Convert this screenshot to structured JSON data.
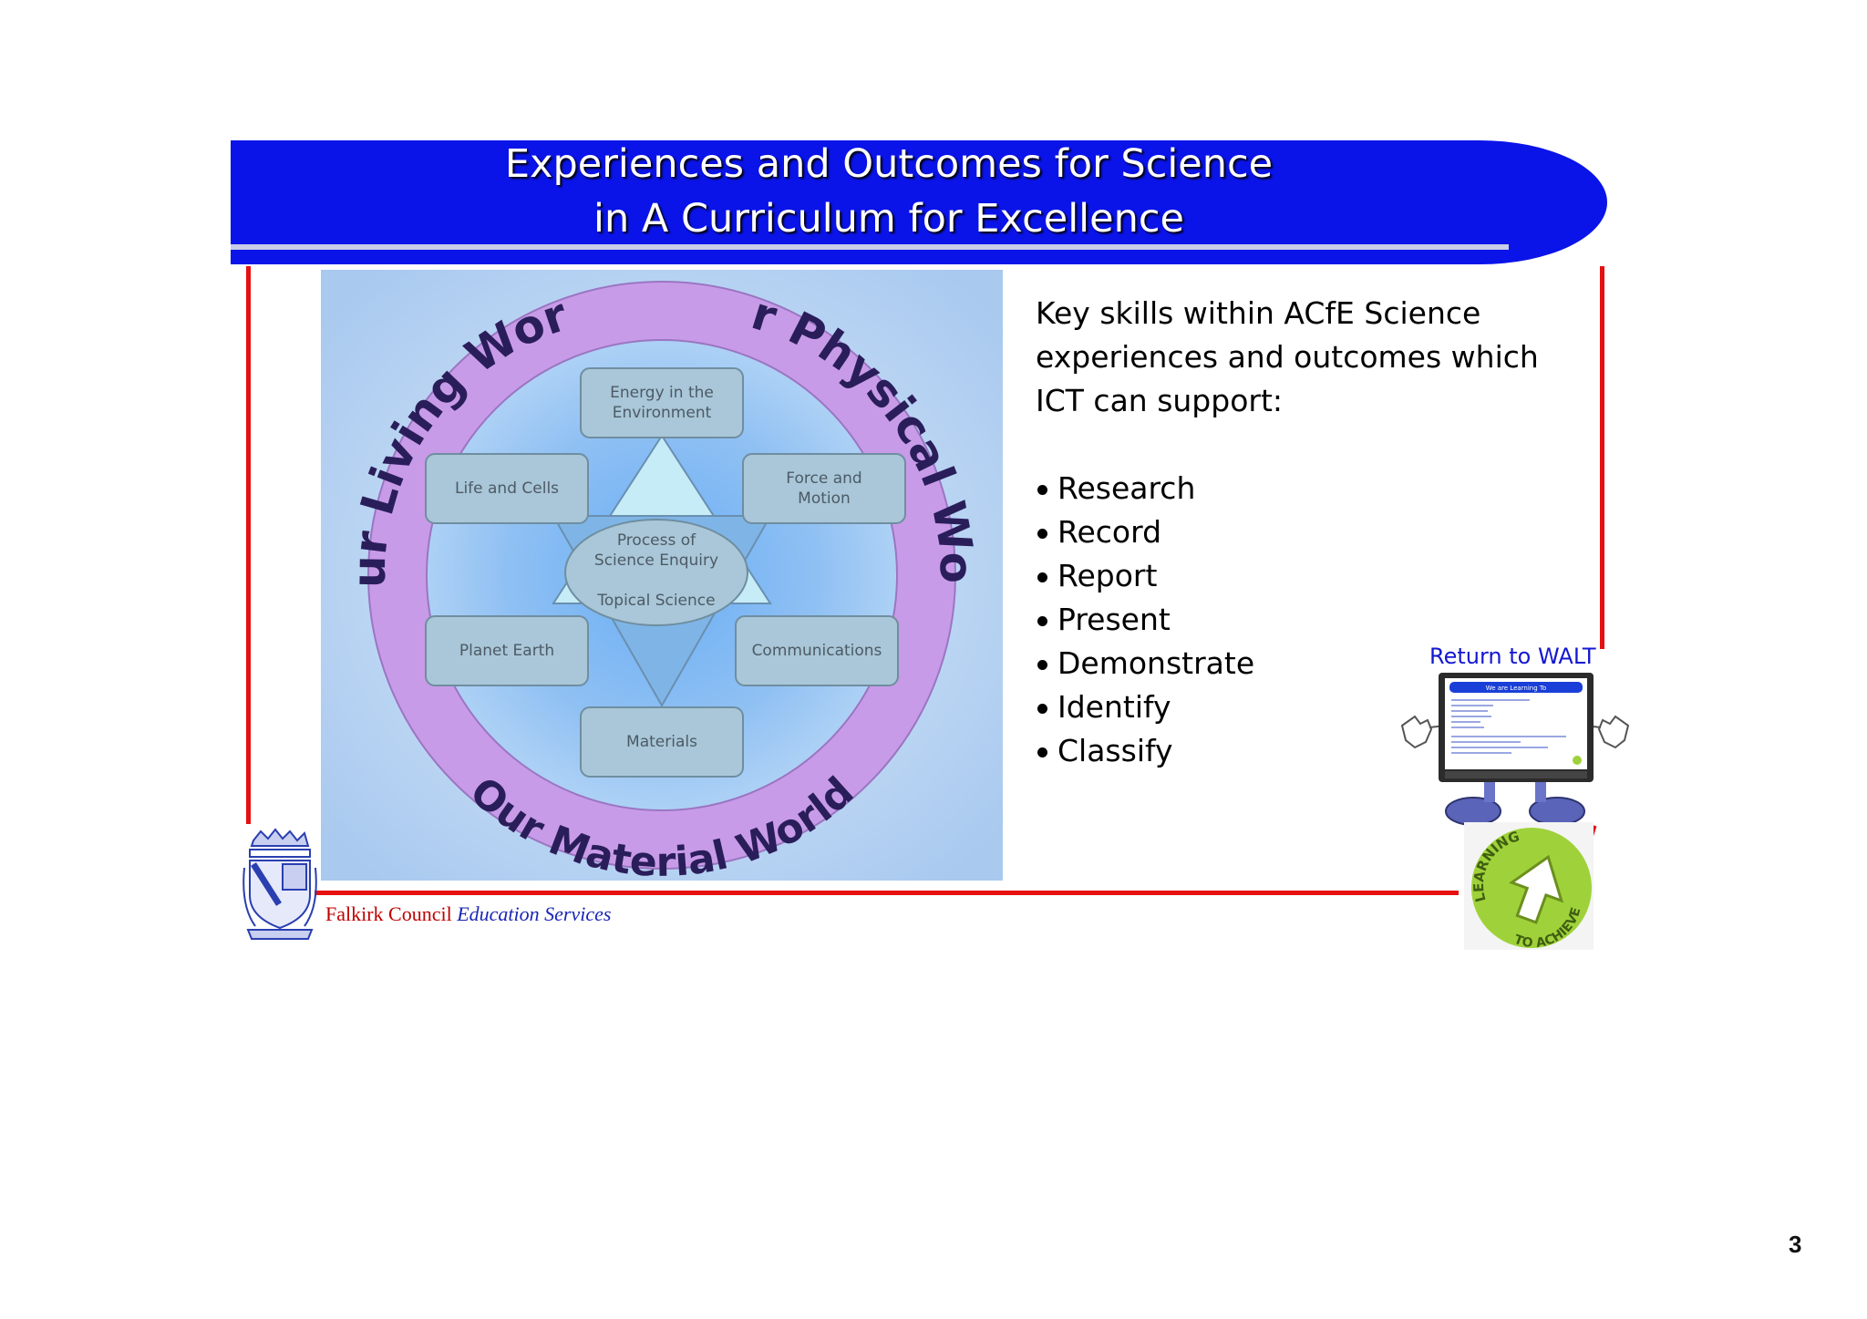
{
  "slide": {
    "title_line1": "Experiences and Outcomes for Science",
    "title_line2": "in A Curriculum for Excellence",
    "page_number": "3"
  },
  "diagram": {
    "ring_labels": {
      "living": "Our Living World",
      "physical": "Our Physical World",
      "material": "Our Material World"
    },
    "boxes": {
      "energy": [
        "Energy in the",
        "Environment"
      ],
      "life": "Life and Cells",
      "force": [
        "Force and",
        "Motion"
      ],
      "planet": "Planet Earth",
      "communications": "Communications",
      "materials": "Materials"
    },
    "centre": {
      "process": [
        "Process of",
        "Science Enquiry"
      ],
      "topical": "Topical Science"
    }
  },
  "content": {
    "intro_lines": [
      "Key skills within ACfE Science",
      "experiences and outcomes which",
      "ICT can support:"
    ],
    "skills": [
      "Research",
      "Record",
      "Report",
      "Present",
      "Demonstrate",
      "Identify",
      "Classify"
    ]
  },
  "walt": {
    "link_text": "Return to WALT",
    "screen_heading": "We are Learning To"
  },
  "badge": {
    "top_text": "LEARNING",
    "bottom_text": "TO ACHIEVE"
  },
  "footer": {
    "council": "Falkirk Council",
    "services": "Education Services"
  },
  "colors": {
    "banner": "#0a14e8",
    "frame": "#e51010",
    "ring": "#c89be8",
    "badge": "#9fd23a",
    "link": "#1418d0"
  }
}
